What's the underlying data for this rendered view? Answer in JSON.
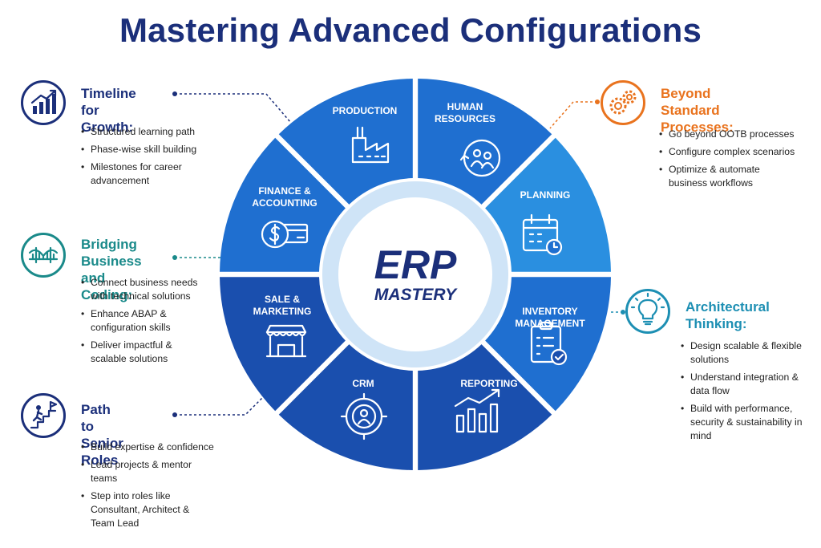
{
  "title": "Mastering Advanced Configurations",
  "center": {
    "line1": "ERP",
    "line2": "MASTERY"
  },
  "segments": [
    {
      "label": [
        "PRODUCTION"
      ],
      "icon": "factory-icon"
    },
    {
      "label": [
        "HUMAN",
        "RESOURCES"
      ],
      "icon": "people-cycle-icon"
    },
    {
      "label": [
        "PLANNING"
      ],
      "icon": "calendar-clock-icon"
    },
    {
      "label": [
        "INVENTORY",
        "MANAGEMENT"
      ],
      "icon": "clipboard-check-icon"
    },
    {
      "label": [
        "REPORTING"
      ],
      "icon": "bar-chart-trend-icon"
    },
    {
      "label": [
        "CRM"
      ],
      "icon": "target-user-icon"
    },
    {
      "label": [
        "SALE &",
        "MARKETING"
      ],
      "icon": "storefront-icon"
    },
    {
      "label": [
        "FINANCE &",
        "ACCOUNTING"
      ],
      "icon": "dollar-card-icon"
    }
  ],
  "panels": {
    "timeline": {
      "heading": [
        "Timeline for",
        "Growth:"
      ],
      "bullets": [
        "Structured learning path",
        "Phase-wise skill building",
        "Milestones for career advancement"
      ],
      "icon": "growth-chart-icon",
      "color": "#1b2f7a"
    },
    "bridging": {
      "heading": [
        "Bridging Business",
        "and Coding:"
      ],
      "bullets": [
        "Connect business needs with technical solutions",
        "Enhance ABAP & configuration skills",
        "Deliver impactful & scalable solutions"
      ],
      "icon": "bridge-icon",
      "color": "#1a8a8a"
    },
    "path": {
      "heading": [
        "Path to",
        "Senior Roles"
      ],
      "bullets": [
        "Build expertise & confidence",
        "Lead projects & mentor teams",
        "Step into roles like Consultant, Architect & Team Lead"
      ],
      "icon": "stairs-flag-icon",
      "color": "#1b2f7a"
    },
    "beyond": {
      "heading": [
        "Beyond Standard",
        "Processes:"
      ],
      "bullets": [
        "Go beyond OOTB processes",
        "Configure complex scenarios",
        "Optimize & automate business workflows"
      ],
      "icon": "gears-icon",
      "color": "#e9731e"
    },
    "architectural": {
      "heading": [
        "Architectural",
        "Thinking:"
      ],
      "bullets": [
        "Design scalable & flexible solutions",
        "Understand integration & data flow",
        "Build with performance, security & sustainability in mind"
      ],
      "icon": "lightbulb-icon",
      "color": "#1d8fb3"
    }
  },
  "colors": {
    "dark": "#1a4fae",
    "mid": "#1f6fd0",
    "light": "#2a8fe0",
    "title": "#1b2f7a",
    "center_text": "#1b2f7a"
  }
}
